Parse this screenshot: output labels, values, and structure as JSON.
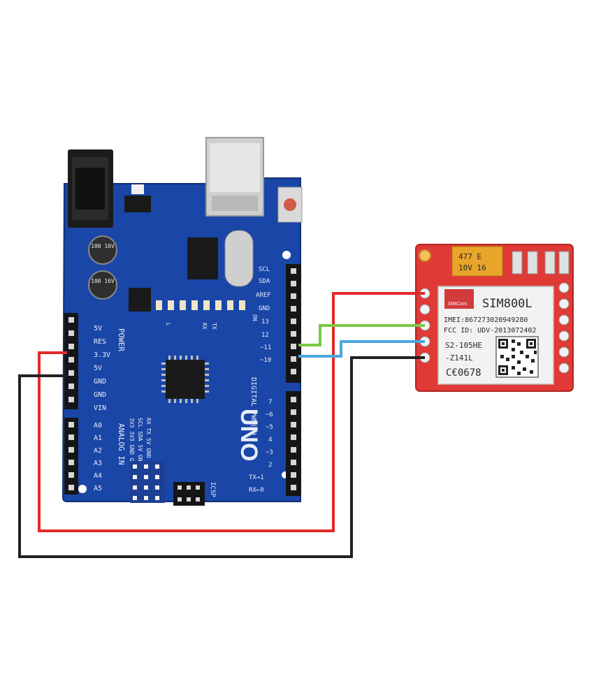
{
  "arduino": {
    "board_name": "UNO",
    "power_header_label": "POWER",
    "power_pins": [
      "5V",
      "RES",
      "3.3V",
      "5V",
      "GND",
      "GND",
      "VIN"
    ],
    "analog_header_label": "ANALOG IN",
    "analog_pins": [
      "A0",
      "A1",
      "A2",
      "A3",
      "A4",
      "A5"
    ],
    "digital_header_label": "DIGITAL PWM(~)",
    "digital_top_pins": [
      "SCL",
      "SDA",
      "AREF",
      "GND",
      "13",
      "12",
      "~11",
      "~10"
    ],
    "digital_bottom_pins": [
      "7",
      "~6",
      "~5",
      "4",
      "~3",
      "2",
      "TX→1",
      "RX←0"
    ],
    "icsp_label": "ICSP",
    "led_labels": [
      "L",
      "RX",
      "TX",
      "ON"
    ],
    "cap_label_1": "100 16V",
    "cap_label_2": "100 16V",
    "bottom_silk_1": "RX TX 5V GND",
    "bottom_silk_2": "SCL SDA 5V GND",
    "bottom_silk_3": "3V3 3V3 GND GND"
  },
  "sim800l": {
    "title": "SIM800L",
    "brand": "SIMCom",
    "imei": "IMEI:867273020949280",
    "fcc": "FCC ID: UDV-2013072402",
    "model_1": "S2-105HE",
    "model_2": "-Z141L",
    "ce_mark": "C€0678",
    "capacitor_text_1": "477 E",
    "capacitor_text_2": "10V 16"
  },
  "wires": [
    {
      "name": "red-wire",
      "color": "#e32a2a",
      "from": "5V",
      "to": "VCC"
    },
    {
      "name": "black-wire",
      "color": "#222222",
      "from": "GND",
      "to": "GND"
    },
    {
      "name": "green-wire",
      "color": "#7ac943",
      "from": "~11",
      "to": "RXD"
    },
    {
      "name": "blue-wire",
      "color": "#4aa8e0",
      "from": "~10",
      "to": "TXD"
    }
  ],
  "colors": {
    "board": "#1a46a8",
    "board_dark": "#123681",
    "module": "#e03a36",
    "shield": "#f2f2f2"
  }
}
